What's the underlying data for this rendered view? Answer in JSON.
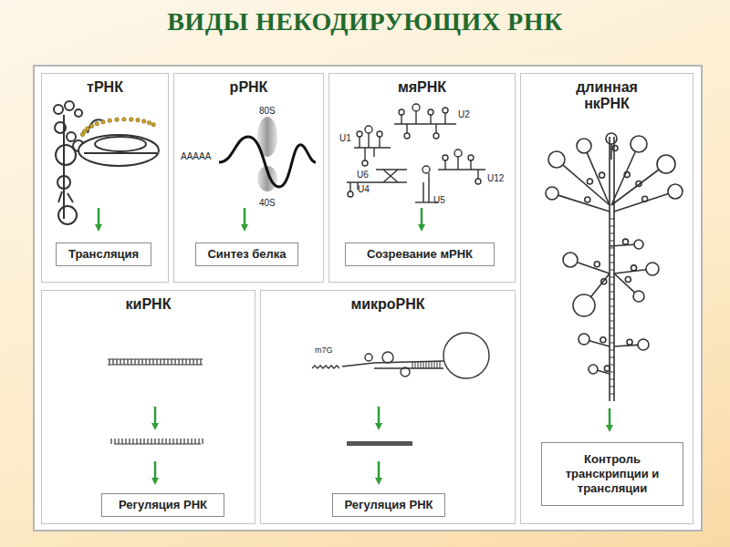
{
  "diagram": {
    "title": "ВИДЫ НЕКОДИРУЮЩИХ РНК",
    "nodes": [
      {
        "text": [
          "тРНК"
        ]
      },
      {
        "text": [
          "Трансляция"
        ],
        "in": 0
      },
      {
        "text": [
          "рРНК"
        ]
      },
      {
        "text": [
          "Синтез белка"
        ],
        "in": 2
      },
      {
        "text": [
          "мяРНК"
        ]
      },
      {
        "text": [
          "Созревание мРНК"
        ],
        "in": 4
      },
      {
        "text": [
          "длинная нкРНК"
        ]
      },
      {
        "text": [
          "Контроль транскрипции и трансляции"
        ],
        "in": 6
      },
      {
        "text": [
          "киРНК"
        ]
      },
      {
        "text": [
          "Регуляция РНК"
        ],
        "in": 8
      },
      {
        "text": [
          "микроРНК"
        ]
      },
      {
        "text": [
          "Регуляция РНК"
        ],
        "in": 10
      }
    ],
    "labels": [
      "AAAAA",
      "80S",
      "40S",
      "U1",
      "U2",
      "U6",
      "U4",
      "U5",
      "U12",
      "m7G"
    ]
  }
}
